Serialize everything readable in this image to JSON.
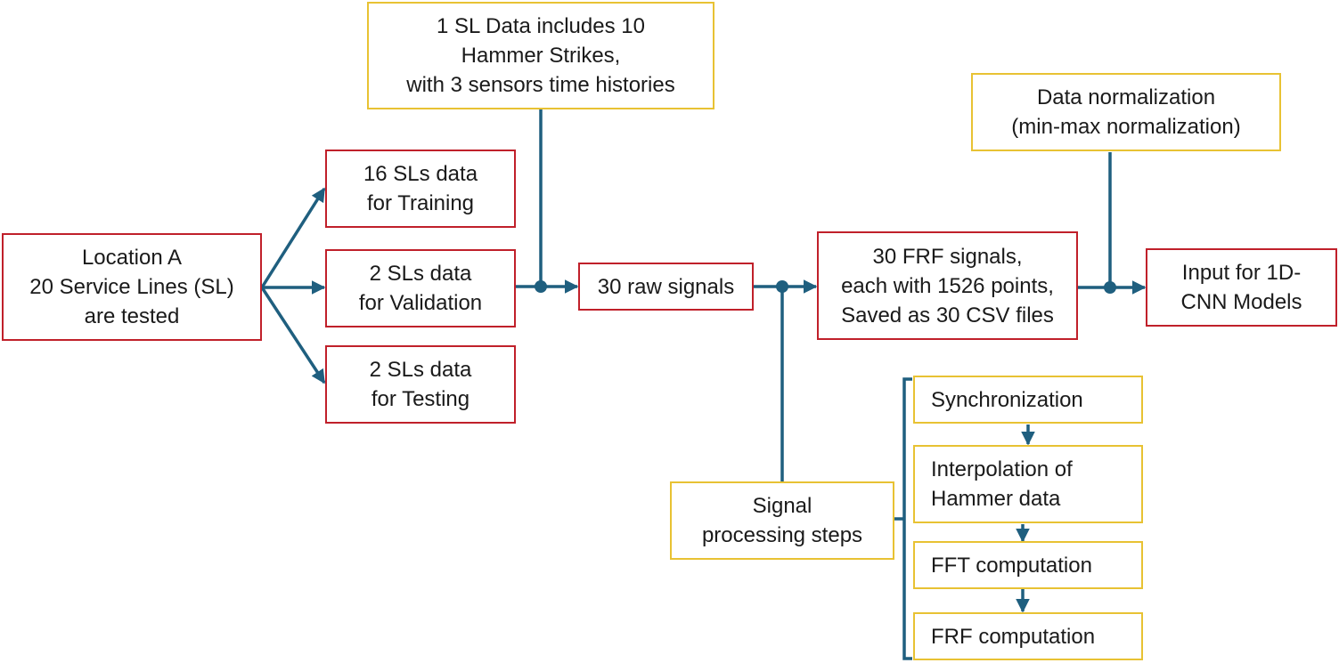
{
  "colors": {
    "arrow": "#1f5f7f",
    "red_border": "#c0202a",
    "yellow_border": "#e8c233"
  },
  "nodes": {
    "location": [
      "Location A",
      "20 Service Lines (SL)",
      "are tested"
    ],
    "training": [
      "16 SLs data",
      "for Training"
    ],
    "validation": [
      "2 SLs data",
      "for Validation"
    ],
    "testing": [
      "2 SLs data",
      "for Testing"
    ],
    "sl_data": [
      "1 SL Data includes 10",
      "Hammer Strikes,",
      "with 3 sensors time histories"
    ],
    "raw_signals": [
      "30 raw signals"
    ],
    "frf_signals": [
      "30 FRF signals,",
      "each with 1526 points,",
      "Saved as 30 CSV files"
    ],
    "normalization": [
      "Data normalization",
      "(min-max normalization)"
    ],
    "cnn_input": [
      "Input for 1D-",
      "CNN Models"
    ],
    "signal_processing": [
      "Signal",
      "processing steps"
    ],
    "synchronization": [
      "Synchronization"
    ],
    "interpolation": [
      "Interpolation of",
      "Hammer data"
    ],
    "fft": [
      "FFT computation"
    ],
    "frf_comp": [
      "FRF computation"
    ]
  }
}
